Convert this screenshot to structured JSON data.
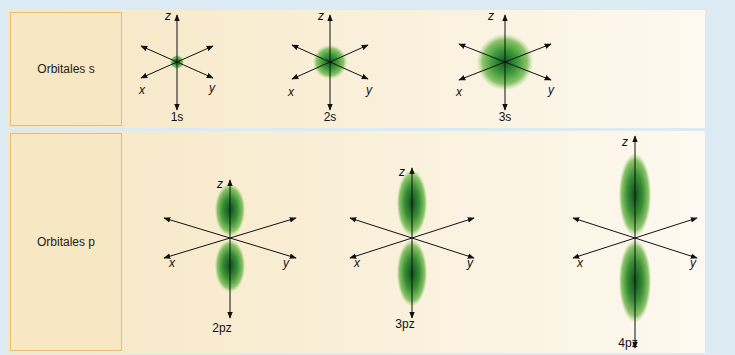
{
  "diagram": {
    "nodes": [
      {
        "text": [
          "Orbitales s"
        ]
      },
      {
        "text": [
          "Orbitales p"
        ]
      }
    ],
    "labels": [
      "z",
      "x",
      "y",
      "1s",
      "z",
      "x",
      "y",
      "2s",
      "z",
      "x",
      "y",
      "3s",
      "z",
      "x",
      "y",
      "2pz",
      "z",
      "x",
      "y",
      "3pz",
      "z",
      "x",
      "y",
      "4pz"
    ]
  }
}
